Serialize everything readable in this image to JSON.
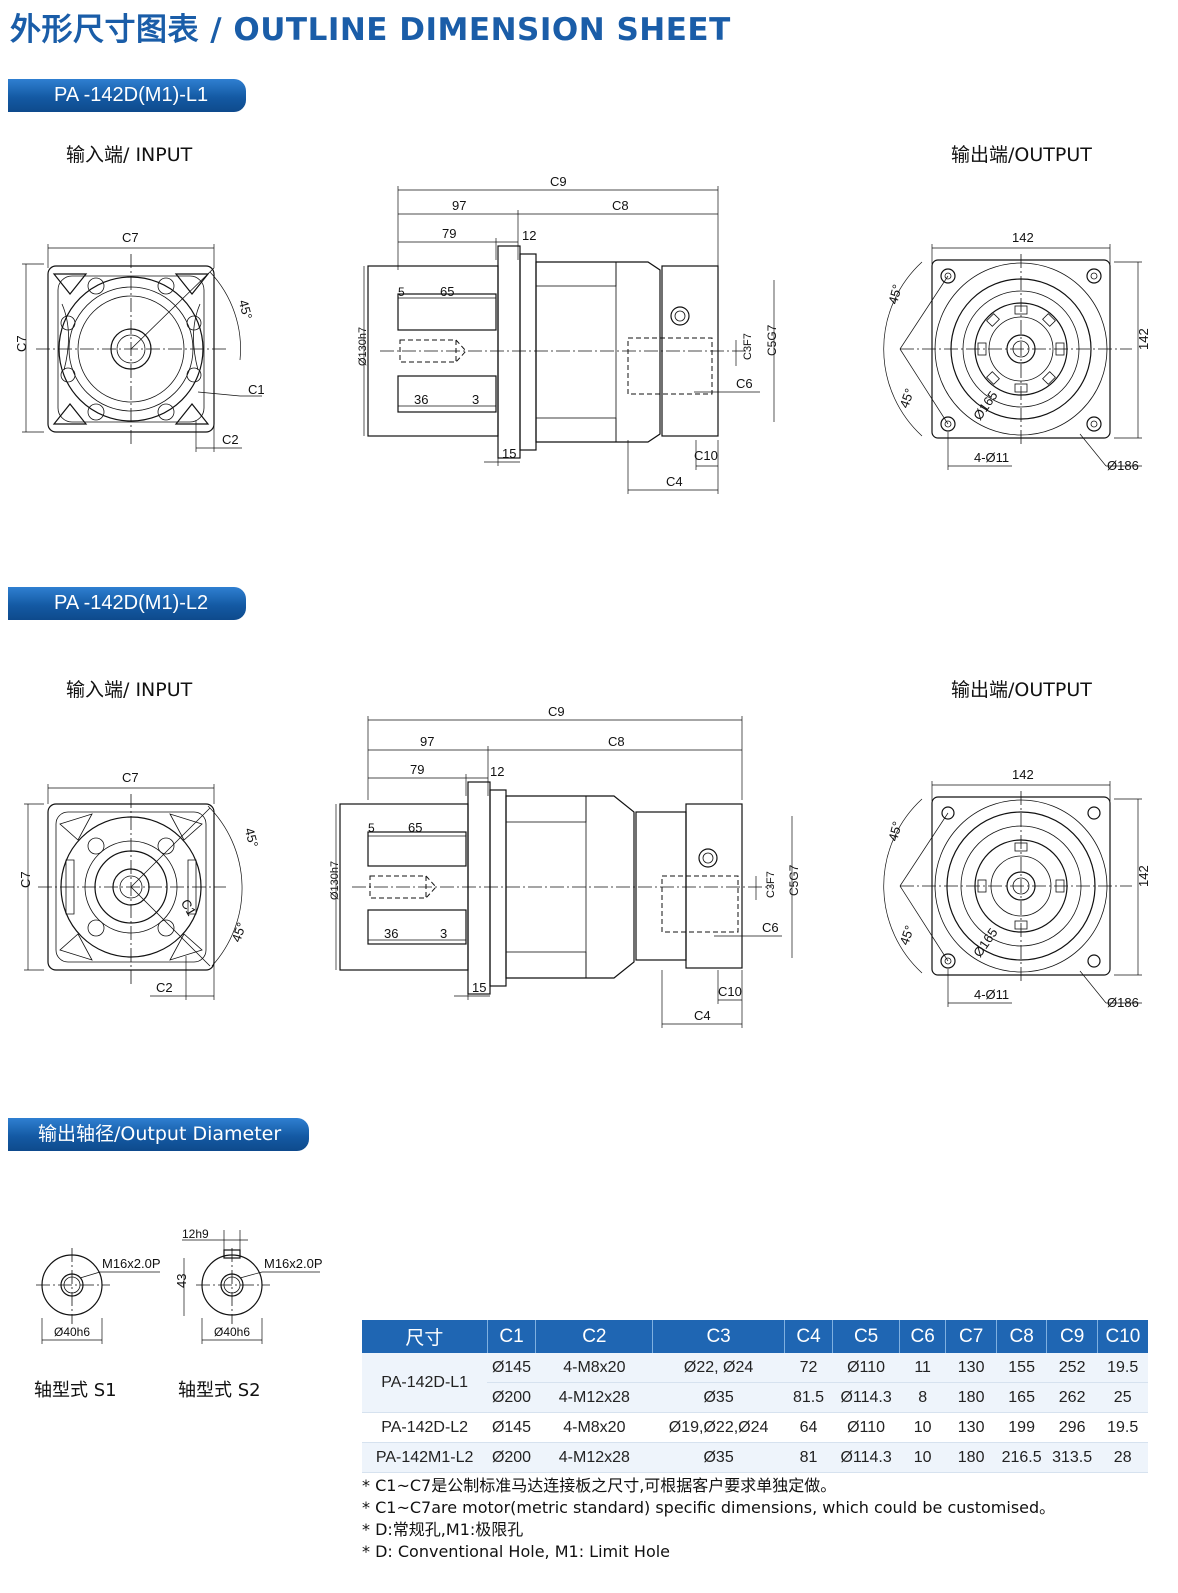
{
  "page": {
    "title": "外形尺寸图表 / OUTLINE DIMENSION SHEET"
  },
  "colors": {
    "accent": "#1a5da8",
    "tab": "#145aa4",
    "table_header": "#1f66b3"
  },
  "sections": [
    {
      "tab_label": "PA -142D(M1)-L1",
      "input_label": "输入端/ INPUT",
      "output_label": "输出端/OUTPUT",
      "input_dims": {
        "c7_top": "C7",
        "c7_side": "C7",
        "angle": "45°",
        "c1": "C1",
        "c2": "C2"
      },
      "side_dims": {
        "c9": "C9",
        "d97": "97",
        "c8": "C8",
        "d79": "79",
        "d12": "12",
        "d5": "5",
        "d65": "65",
        "d130": "Ø130h7",
        "d36": "36",
        "d3": "3",
        "d15": "15",
        "c3": "C3F7",
        "c5": "C5G7",
        "c6": "C6",
        "c10": "C10",
        "c4": "C4"
      },
      "output_dims": {
        "d142_top": "142",
        "d142_side": "142",
        "angle_top": "45°",
        "angle_bottom": "45°",
        "d165": "Ø165",
        "holes": "4-Ø11",
        "d186": "Ø186"
      }
    },
    {
      "tab_label": "PA -142D(M1)-L2",
      "input_label": "输入端/ INPUT",
      "output_label": "输出端/OUTPUT",
      "input_dims": {
        "c7_top": "C7",
        "c7_side": "C7",
        "angle": "45°",
        "angle2": "45°",
        "c1": "C1",
        "c2": "C2"
      },
      "side_dims": {
        "c9": "C9",
        "d97": "97",
        "c8": "C8",
        "d79": "79",
        "d12": "12",
        "d5": "5",
        "d65": "65",
        "d130": "Ø130h7",
        "d36": "36",
        "d3": "3",
        "d15": "15",
        "c3": "C3F7",
        "c5": "C5G7",
        "c6": "C6",
        "c10": "C10",
        "c4": "C4"
      },
      "output_dims": {
        "d142_top": "142",
        "d142_side": "142",
        "angle_top": "45°",
        "angle_bottom": "45°",
        "d165": "Ø165",
        "holes": "4-Ø11",
        "d186": "Ø186"
      }
    }
  ],
  "output_diameter": {
    "tab_label": "输出轴径/Output Diameter",
    "s1": {
      "thread": "M16x2.0P",
      "diameter": "Ø40h6",
      "label": "轴型式 S1"
    },
    "s2": {
      "thread": "M16x2.0P",
      "diameter": "Ø40h6",
      "key_width": "12h9",
      "key_height": "43",
      "label": "轴型式 S2"
    }
  },
  "table": {
    "headers": [
      "尺寸",
      "C1",
      "C2",
      "C3",
      "C4",
      "C5",
      "C6",
      "C7",
      "C8",
      "C9",
      "C10"
    ],
    "rows": [
      {
        "model": "PA-142D-L1",
        "cells": [
          "Ø145",
          "4-M8x20",
          "Ø22, Ø24",
          "72",
          "Ø110",
          "11",
          "130",
          "155",
          "252",
          "19.5"
        ]
      },
      {
        "model": "",
        "cells": [
          "Ø200",
          "4-M12x28",
          "Ø35",
          "81.5",
          "Ø114.3",
          "8",
          "180",
          "165",
          "262",
          "25"
        ]
      },
      {
        "model": "PA-142D-L2",
        "cells": [
          "Ø145",
          "4-M8x20",
          "Ø19,Ø22,Ø24",
          "64",
          "Ø110",
          "10",
          "130",
          "199",
          "296",
          "19.5"
        ]
      },
      {
        "model": "PA-142M1-L2",
        "cells": [
          "Ø200",
          "4-M12x28",
          "Ø35",
          "81",
          "Ø114.3",
          "10",
          "180",
          "216.5",
          "313.5",
          "28"
        ]
      }
    ]
  },
  "notes": [
    "* C1~C7是公制标准马达连接板之尺寸,可根据客户要求单独定做。",
    "* C1~C7are motor(metric standard)  specific dimensions, which could be customised。",
    "* D:常规孔,M1:极限孔",
    "* D: Conventional Hole, M1: Limit Hole"
  ]
}
